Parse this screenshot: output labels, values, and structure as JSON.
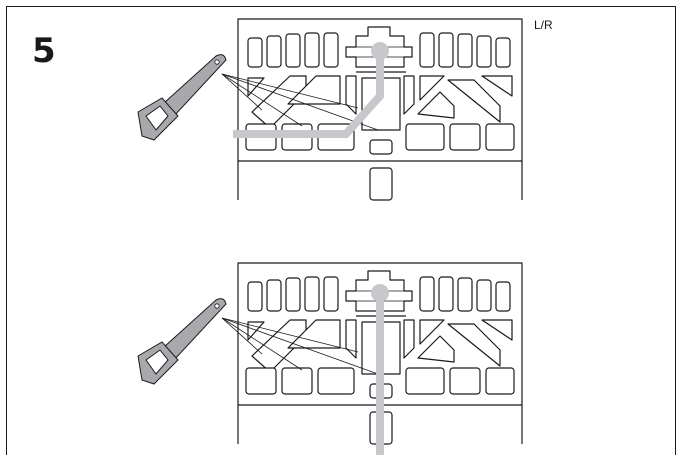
{
  "step": {
    "number": "5"
  },
  "label": {
    "side": "L/R"
  },
  "colors": {
    "cut_path": "#c8c8cc",
    "saw": "#a9a9ad",
    "outline": "#1a1a1a"
  },
  "icons": [
    "saw-icon",
    "saw-icon"
  ],
  "panels": [
    {
      "id": "top",
      "cut_path_style": "angled-left"
    },
    {
      "id": "bottom",
      "cut_path_style": "straight-down"
    }
  ]
}
